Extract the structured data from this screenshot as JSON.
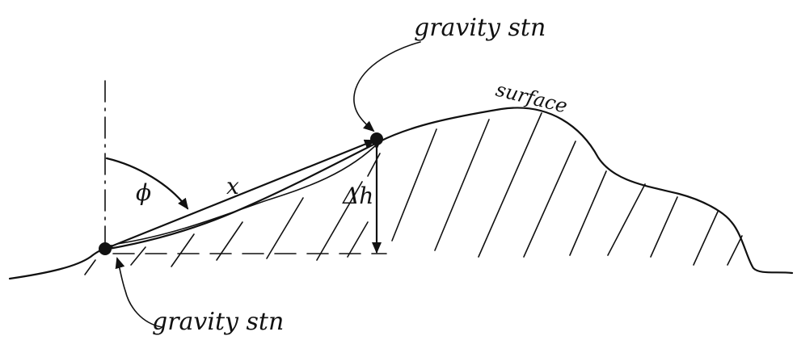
{
  "labels": {
    "station_top": "gravity stn",
    "station_bottom": "gravity stn",
    "surface": "surface",
    "angle": "ϕ",
    "distance": "x",
    "height_diff": "Δh"
  }
}
